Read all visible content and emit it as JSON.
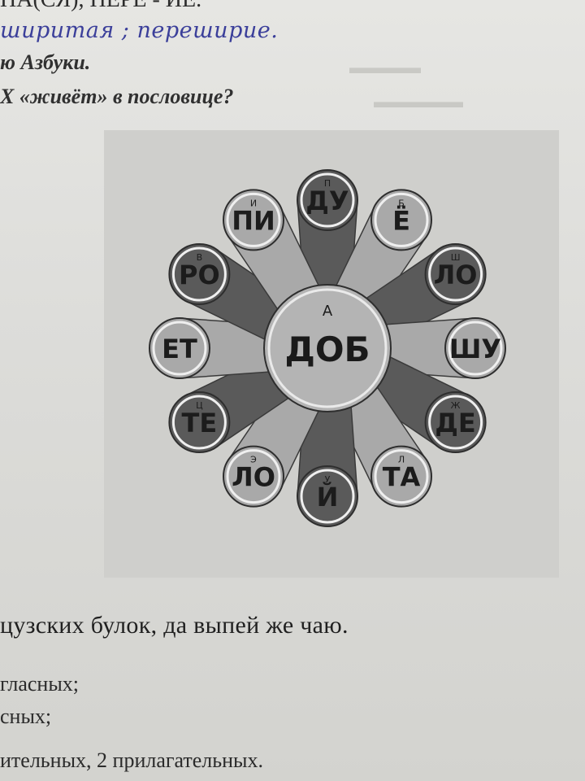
{
  "text": {
    "top_line": "НА(СЯ), ПЕРЕ - ИЕ.",
    "handwritten": "ширитая ; переширие.",
    "line2": "ю Азбуки.",
    "line3": "Х «живёт» в пословице?",
    "sentence": "цузских булок, да выпей же чаю.",
    "list1": "гласных;",
    "list2": "сных;",
    "list3": "ительных, 2 прилагательных."
  },
  "flower": {
    "center": {
      "main": "ДОБ",
      "small": "А"
    },
    "petals": [
      {
        "main": "ДУ",
        "small": "П"
      },
      {
        "main": "Ё",
        "small": "Б"
      },
      {
        "main": "ЛО",
        "small": "Ш"
      },
      {
        "main": "ШУ",
        "small": ""
      },
      {
        "main": "ДЕ",
        "small": "Ж"
      },
      {
        "main": "ТА",
        "small": "Л"
      },
      {
        "main": "Й",
        "small": "У"
      },
      {
        "main": "ЛО",
        "small": "Э"
      },
      {
        "main": "ТЕ",
        "small": "Ц"
      },
      {
        "main": "ЕТ",
        "small": ""
      },
      {
        "main": "РО",
        "small": "В"
      },
      {
        "main": "ПИ",
        "small": "И"
      }
    ],
    "colors": {
      "dark": "#5a5a5a",
      "light": "#a9a9a9",
      "center": "#b4b4b4"
    }
  }
}
